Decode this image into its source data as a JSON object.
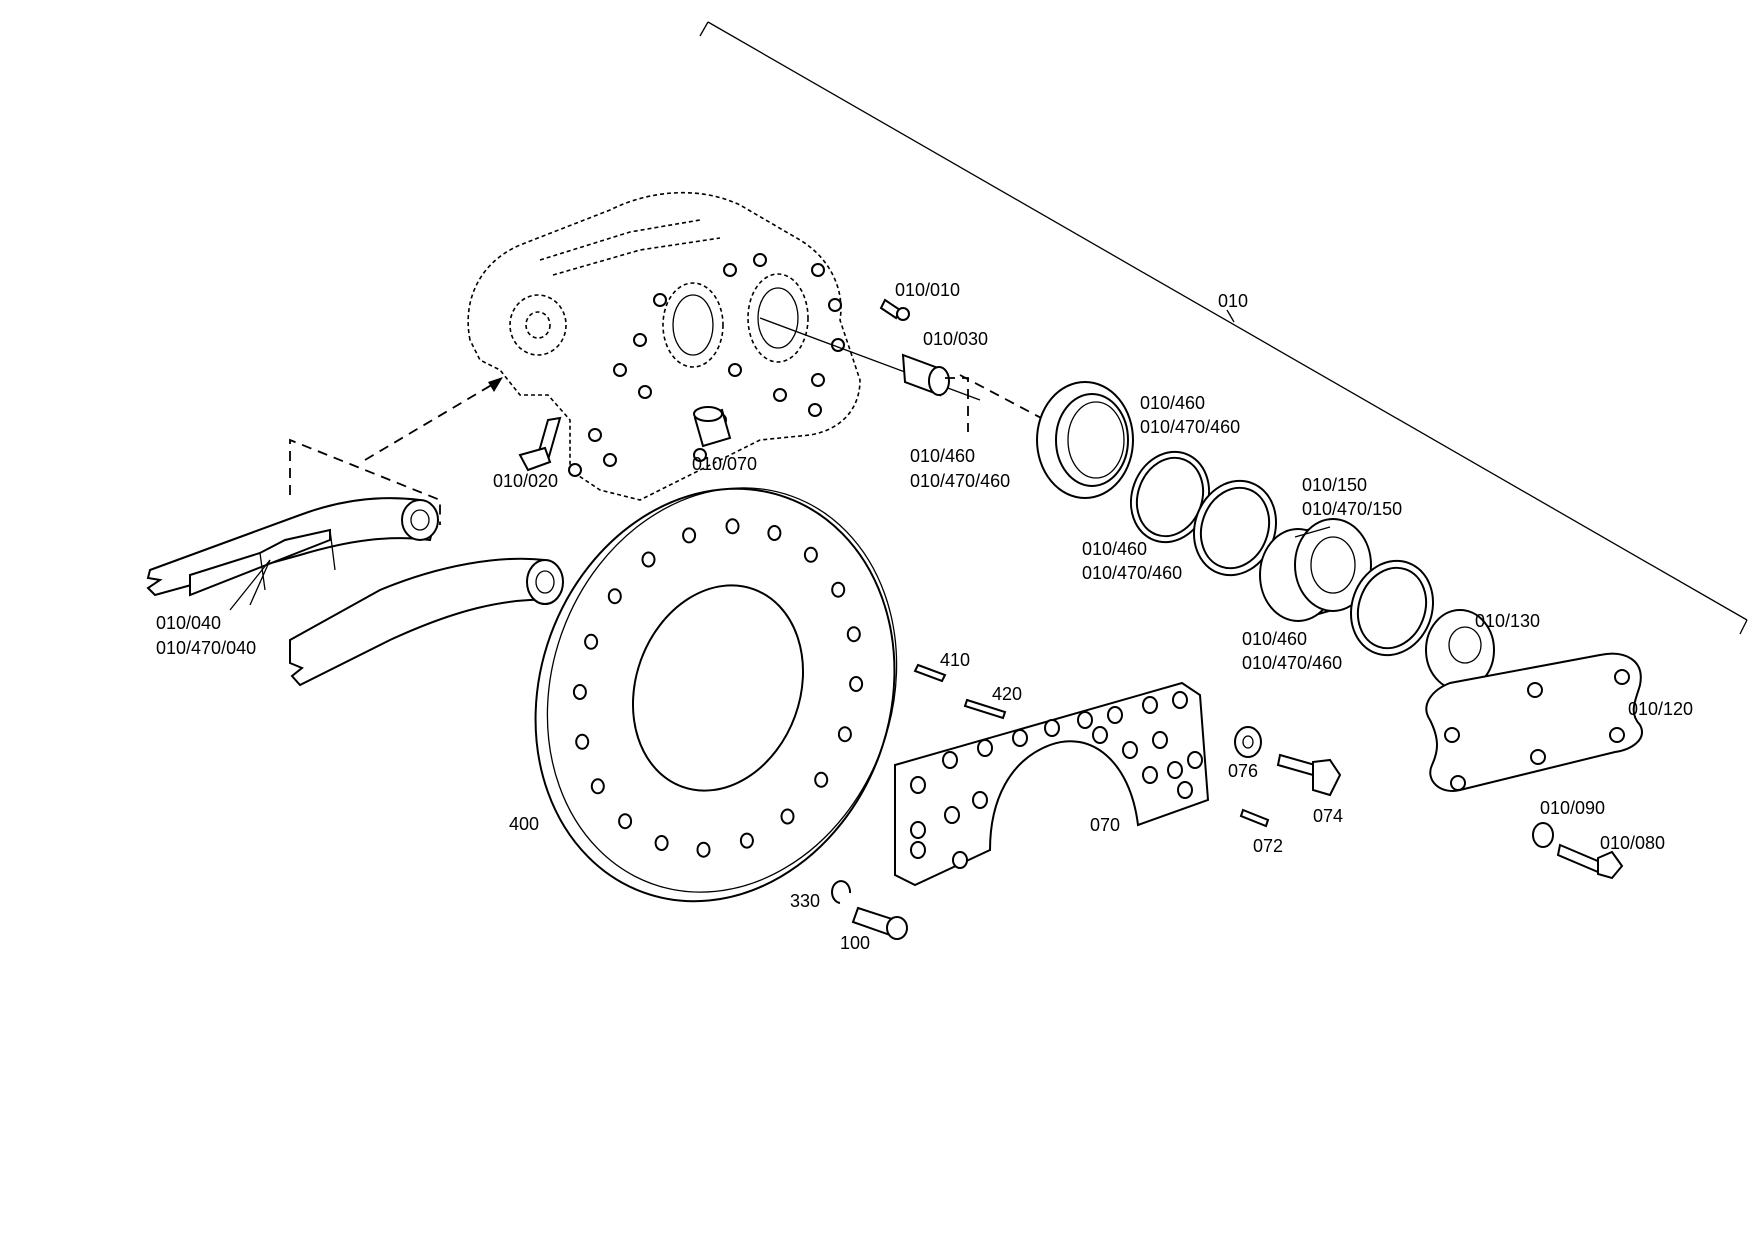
{
  "labels": {
    "l010": "010",
    "l010_010": "010/010",
    "l010_030": "010/030",
    "l010_020": "010/020",
    "l010_070": "010/070",
    "l010_460_a": "010/460",
    "l010_470_460_a": "010/470/460",
    "l010_460_b": "010/460",
    "l010_470_460_b": "010/470/460",
    "l010_460_c": "010/460",
    "l010_470_460_c": "010/470/460",
    "l010_460_d": "010/460",
    "l010_470_460_d": "010/470/460",
    "l010_150": "010/150",
    "l010_470_150": "010/470/150",
    "l010_130": "010/130",
    "l010_120": "010/120",
    "l010_040": "010/040",
    "l010_470_040": "010/470/040",
    "l400": "400",
    "l410": "410",
    "l420": "420",
    "l070": "070",
    "l076": "076",
    "l074": "074",
    "l072": "072",
    "l010_090": "010/090",
    "l010_080": "010/080",
    "l330": "330",
    "l100": "100"
  }
}
